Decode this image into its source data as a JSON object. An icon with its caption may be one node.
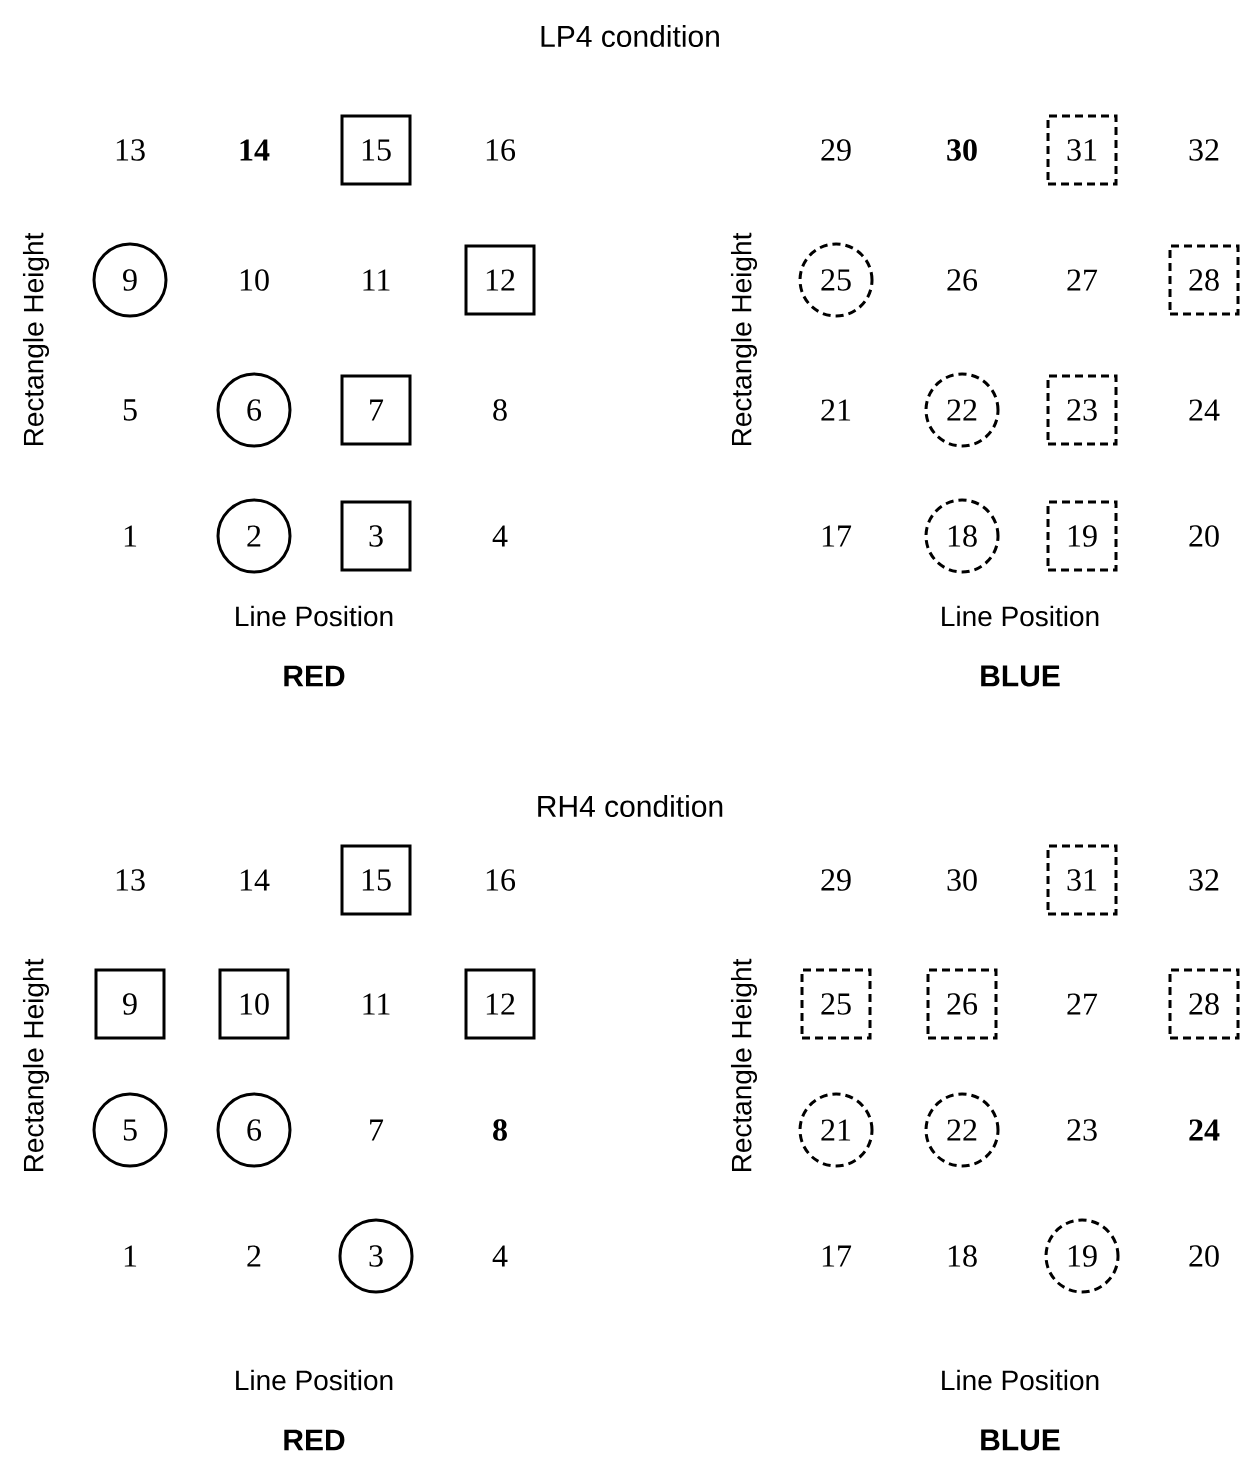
{
  "diagram": {
    "nodes": [
      {
        "text": [
          "15"
        ]
      },
      {
        "text": [
          "9"
        ]
      },
      {
        "text": [
          "12"
        ]
      },
      {
        "text": [
          "6"
        ]
      },
      {
        "text": [
          "7"
        ]
      },
      {
        "text": [
          "2"
        ]
      },
      {
        "text": [
          "3"
        ]
      },
      {
        "text": [
          "31"
        ]
      },
      {
        "text": [
          "25"
        ]
      },
      {
        "text": [
          "28"
        ]
      },
      {
        "text": [
          "22"
        ]
      },
      {
        "text": [
          "23"
        ]
      },
      {
        "text": [
          "18"
        ]
      },
      {
        "text": [
          "19"
        ]
      },
      {
        "text": [
          "15"
        ]
      },
      {
        "text": [
          "9"
        ]
      },
      {
        "text": [
          "10"
        ]
      },
      {
        "text": [
          "12"
        ]
      },
      {
        "text": [
          "5"
        ]
      },
      {
        "text": [
          "6"
        ]
      },
      {
        "text": [
          "3"
        ]
      },
      {
        "text": [
          "31"
        ]
      },
      {
        "text": [
          "25"
        ]
      },
      {
        "text": [
          "26"
        ]
      },
      {
        "text": [
          "28"
        ]
      },
      {
        "text": [
          "21"
        ]
      },
      {
        "text": [
          "22"
        ]
      },
      {
        "text": [
          "19"
        ]
      }
    ],
    "labels": [
      "LP4  condition",
      "13",
      "14",
      "16",
      "10",
      "11",
      "5",
      "8",
      "1",
      "4",
      "Rectangle Height",
      "Line Position",
      "RED",
      "29",
      "30",
      "32",
      "26",
      "27",
      "21",
      "24",
      "17",
      "20",
      "Rectangle Height",
      "Line Position",
      "BLUE",
      "RH4  condition",
      "13",
      "14",
      "16",
      "11",
      "7",
      "8",
      "1",
      "2",
      "4",
      "Rectangle Height",
      "Line Position",
      "RED",
      "29",
      "30",
      "32",
      "27",
      "23",
      "24",
      "17",
      "18",
      "20",
      "Rectangle Height",
      "Line Position",
      "BLUE"
    ]
  }
}
